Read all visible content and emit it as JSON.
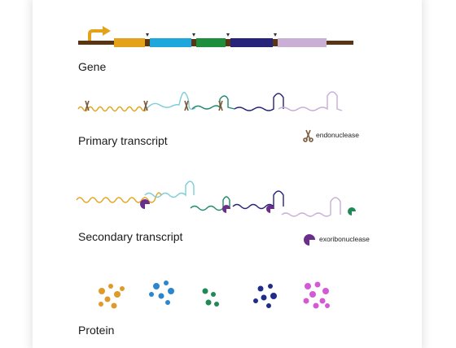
{
  "labels": {
    "gene": "Gene",
    "primary_transcript": "Primary transcript",
    "secondary_transcript": "Secondary transcript",
    "protein": "Protein"
  },
  "legend": {
    "endonuclease": "endonuclease",
    "exoribonuclease": "exoribonuclease"
  },
  "colors": {
    "gene_backbone": "#5a3512",
    "promoter_arrow": "#e3a21a",
    "segments": [
      "#e3a21a",
      "#1ea7dd",
      "#1d8f3c",
      "#25237a",
      "#c9aed6"
    ],
    "tRNA_transcripts": [
      "#7ccdd8",
      "#1f8a6e",
      "#1f8a6e",
      "#a889b8"
    ],
    "exoribonuclease": "#6b2f8a",
    "endonuclease": "#7a5a3a",
    "protein_clusters": [
      "#e09a2a",
      "#2a86cf",
      "#1f8a55",
      "#1f2c8c",
      "#d35ad6"
    ]
  }
}
